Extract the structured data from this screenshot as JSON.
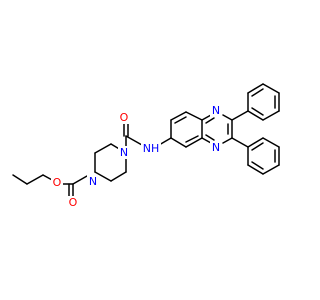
{
  "molecule": {
    "colors": {
      "carbon": "#000000",
      "oxygen": "#ff0000",
      "nitrogen": "#0000ff"
    },
    "atoms": {
      "ester_ether_oxygen": "O",
      "ester_carbonyl_oxygen": "O",
      "amide_carbonyl_oxygen": "O",
      "piperazine_nitrogen_left": "N",
      "piperazine_nitrogen_right": "N",
      "amide_nitrogen": "NH",
      "quinoxaline_nitrogen_top": "N",
      "quinoxaline_nitrogen_bottom": "N"
    }
  }
}
